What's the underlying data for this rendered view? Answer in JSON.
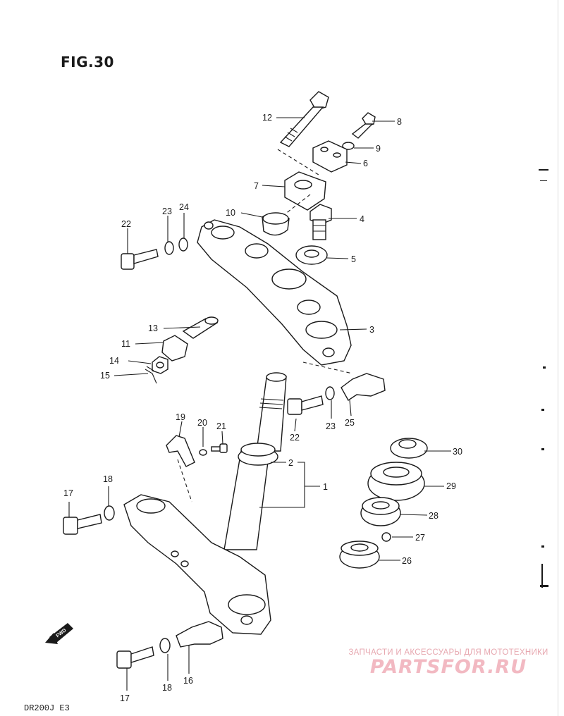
{
  "figure_title": "FIG.30",
  "model_code": "DR200J  E3",
  "fwd_label": "FWD",
  "watermark": {
    "subtitle": "ЗАПЧАСТИ И АКСЕССУАРЫ ДЛЯ МОТОТЕХНИКИ",
    "brand": "PARTSFOR.RU"
  },
  "callouts": [
    "1",
    "2",
    "3",
    "4",
    "5",
    "6",
    "7",
    "8",
    "9",
    "10",
    "11",
    "12",
    "13",
    "14",
    "15",
    "16",
    "17",
    "17",
    "18",
    "18",
    "19",
    "20",
    "21",
    "22",
    "22",
    "23",
    "23",
    "24",
    "25",
    "26",
    "27",
    "28",
    "29",
    "30"
  ]
}
